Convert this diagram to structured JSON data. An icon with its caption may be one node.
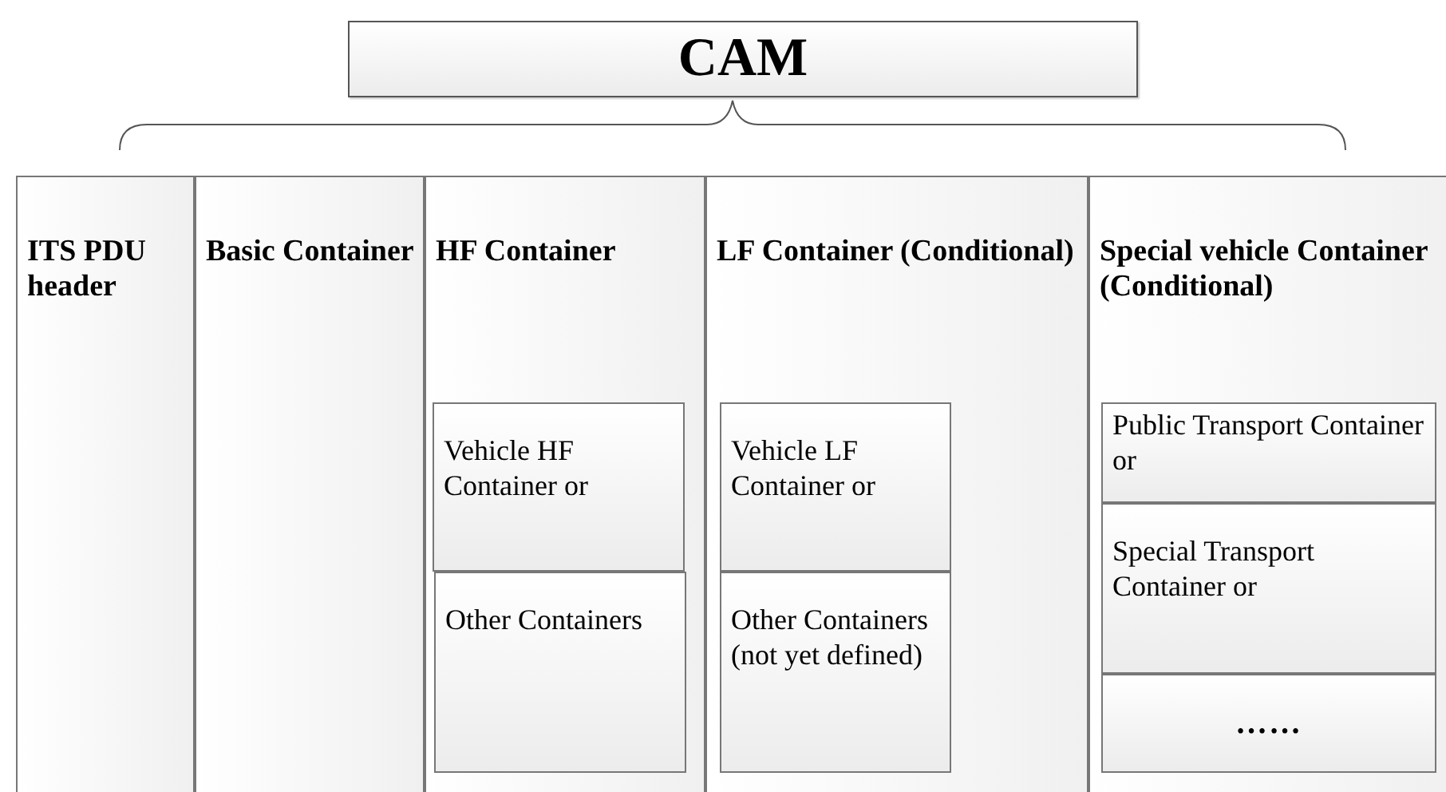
{
  "diagram": {
    "nodes": [
      {
        "text": [
          "CAM"
        ]
      },
      {
        "text": [
          "ITS PDU header"
        ]
      },
      {
        "text": [
          "Basic Container"
        ]
      },
      {
        "text": [
          "HF Container"
        ]
      },
      {
        "text": [
          "Vehicle HF Container or"
        ],
        "in": 3
      },
      {
        "text": [
          "Other Containers"
        ],
        "in": 3
      },
      {
        "text": [
          "LF Container (Conditional)"
        ]
      },
      {
        "text": [
          "Vehicle LF Container or"
        ],
        "in": 6
      },
      {
        "text": [
          "Other Containers (not yet defined)"
        ],
        "in": 6
      },
      {
        "text": [
          "Special vehicle Container (Conditional)"
        ]
      },
      {
        "text": [
          "Public Transport Container or"
        ],
        "in": 9
      },
      {
        "text": [
          "Special Transport Container or"
        ],
        "in": 9
      },
      {
        "text": [
          "……"
        ],
        "in": 9
      }
    ],
    "edges": []
  }
}
